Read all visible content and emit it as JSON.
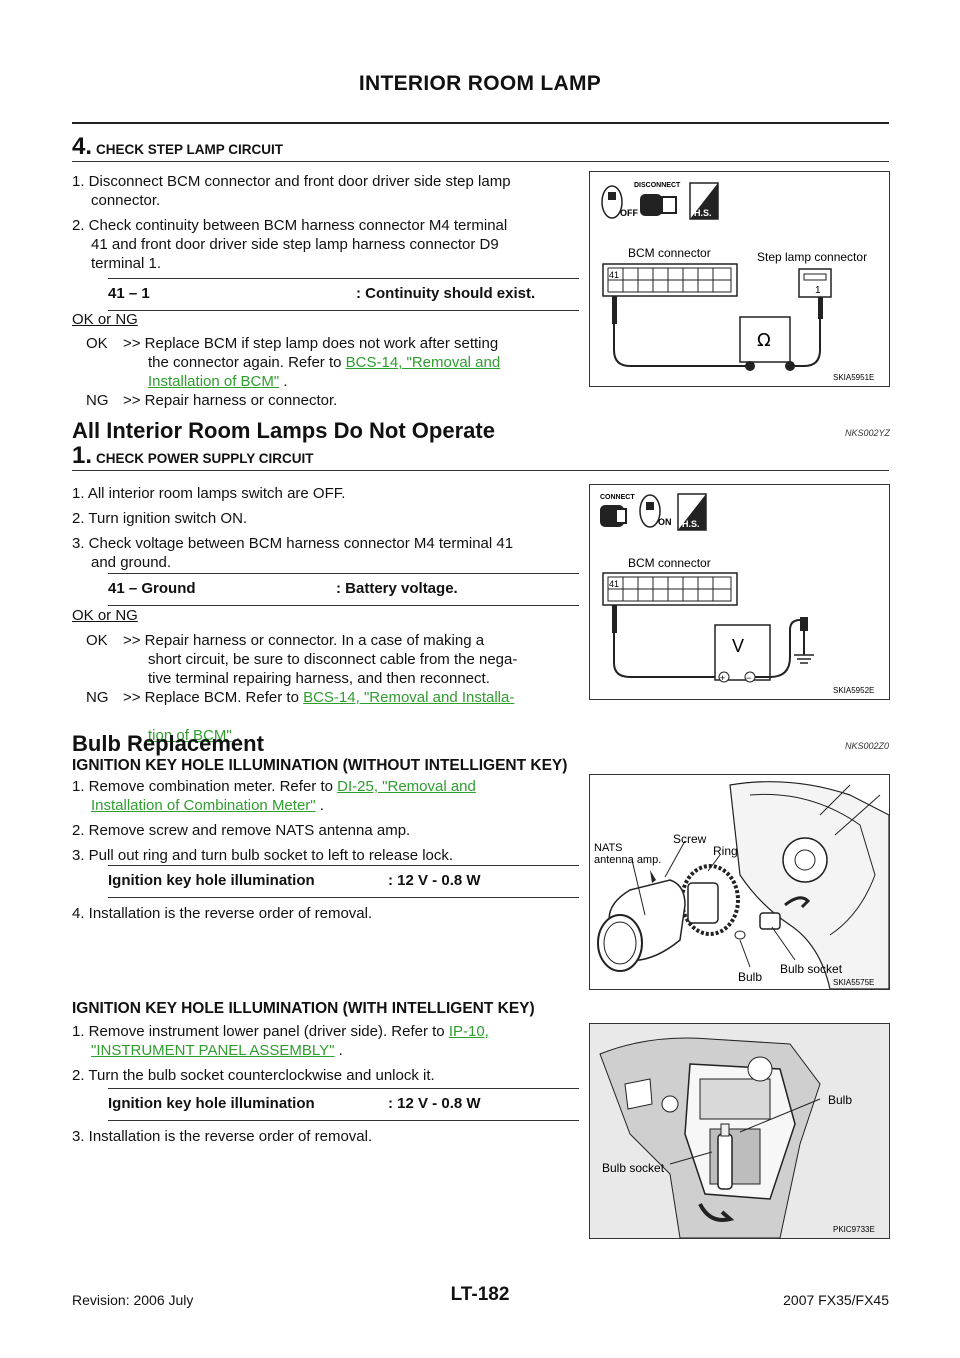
{
  "header": {
    "title": "INTERIOR ROOM LAMP"
  },
  "step4": {
    "num": "4.",
    "head": "CHECK STEP LAMP CIRCUIT",
    "item1a": "1. Disconnect BCM connector and front door driver side step lamp",
    "item1b": "connector.",
    "item2a": "2. Check continuity between BCM harness connector M4 terminal",
    "item2b": "41 and front door driver side step lamp harness connector D9",
    "item2c": "terminal 1.",
    "spec_left": "41 – 1",
    "spec_right": ": Continuity should exist.",
    "ok_or_ng": "OK or NG",
    "ok_label": "OK",
    "ok_text1": ">> Replace BCM if step lamp does not work after setting",
    "ok_text2": "the connector again. Refer to",
    "ok_link1": "BCS-14, \"Removal and",
    "ok_link2": "Installation of BCM\"",
    "ok_tail": " .",
    "ng_label": "NG",
    "ng_text": ">> Repair harness or connector.",
    "figure": {
      "disconnect": "DISCONNECT",
      "hs": "H.S.",
      "off": "OFF",
      "bcm": "BCM connector",
      "step": "Step lamp connector",
      "t41": "41",
      "t1": "1",
      "ohm": "Ω",
      "id": "SKIA5951E"
    }
  },
  "section1": {
    "title": "All Interior Room Lamps Do Not Operate",
    "code": "NKS002YZ"
  },
  "step1": {
    "num": "1.",
    "head": "CHECK POWER SUPPLY CIRCUIT",
    "item1": "1. All interior room lamps switch are OFF.",
    "item2": "2. Turn ignition switch ON.",
    "item3a": "3. Check voltage between BCM harness connector M4 terminal 41",
    "item3b": "and ground.",
    "spec_left": "41 – Ground",
    "spec_right": ": Battery voltage.",
    "ok_or_ng": "OK or NG",
    "ok_label": "OK",
    "ok_text1": ">> Repair harness or connector. In a case of making a",
    "ok_text2": "short circuit, be sure to disconnect cable from the nega-",
    "ok_text3": "tive terminal repairing harness, and then reconnect.",
    "ng_label": "NG",
    "ng_text1": ">> Replace BCM. Refer to",
    "ng_link1": "BCS-14, \"Removal and Installa-",
    "ng_link2": "tion of BCM\"",
    "ng_tail": " .",
    "figure": {
      "connect": "CONNECT",
      "hs": "H.S.",
      "on": "ON",
      "bcm": "BCM connector",
      "t41": "41",
      "v": "V",
      "plus": "+",
      "minus": "−",
      "id": "SKIA5952E"
    }
  },
  "section2": {
    "title": "Bulb Replacement",
    "code": "NKS002Z0"
  },
  "sub1": {
    "head": "IGNITION KEY HOLE ILLUMINATION (WITHOUT INTELLIGENT KEY)",
    "item1a": "1. Remove combination meter. Refer to",
    "item1_link1": "DI-25, \"Removal and",
    "item1_link2": "Installation of Combination Meter\"",
    "item1_tail": " .",
    "item2": "2. Remove screw and remove NATS antenna amp.",
    "item3": "3. Pull out ring and turn bulb socket to left to release lock.",
    "spec_left": "Ignition key hole illumination",
    "spec_right": ": 12 V - 0.8 W",
    "item4": "4. Installation is the reverse order of removal.",
    "figure": {
      "nats1": "NATS",
      "nats2": "antenna amp.",
      "screw": "Screw",
      "ring": "Ring",
      "bulb": "Bulb",
      "socket": "Bulb socket",
      "id": "SKIA5575E"
    }
  },
  "sub2": {
    "head": "IGNITION KEY HOLE ILLUMINATION (WITH INTELLIGENT KEY)",
    "item1a": "1. Remove instrument lower panel (driver side). Refer to",
    "item1_link1": "IP-10,",
    "item1_link2": "\"INSTRUMENT PANEL ASSEMBLY\"",
    "item1_tail": " .",
    "item2": "2. Turn the bulb socket counterclockwise and unlock it.",
    "spec_left": "Ignition key hole illumination",
    "spec_right": ": 12 V - 0.8 W",
    "item3": "3. Installation is the reverse order of removal.",
    "figure": {
      "bulb": "Bulb",
      "socket": "Bulb socket",
      "id": "PKIC9733E"
    }
  },
  "footer": {
    "page": "LT-182",
    "revision": "Revision: 2006 July",
    "model": "2007 FX35/FX45"
  }
}
